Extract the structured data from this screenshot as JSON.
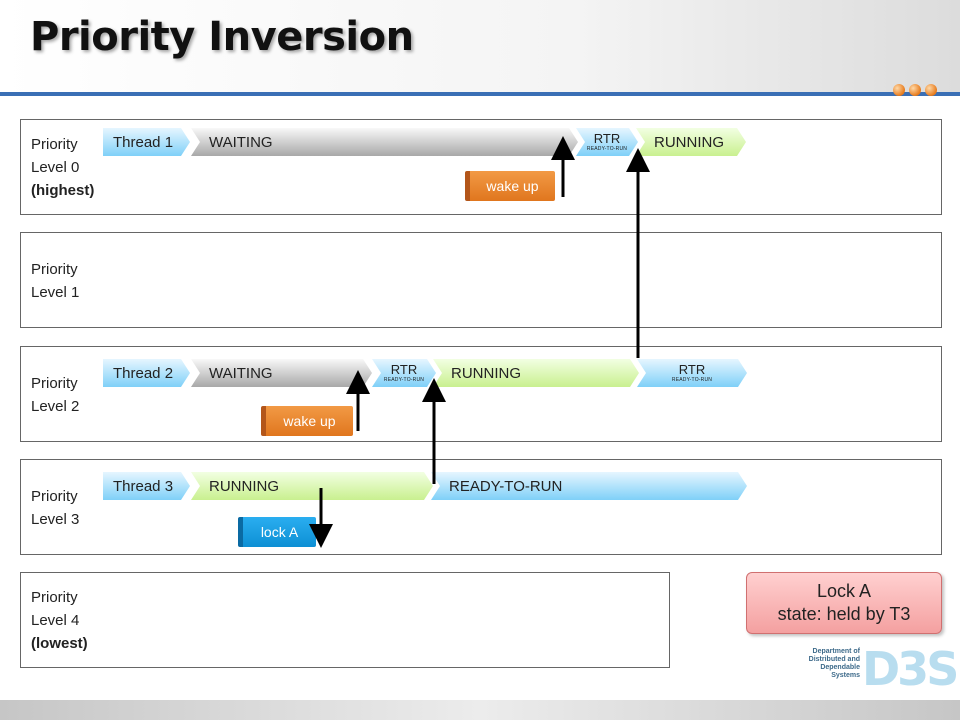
{
  "title": "Priority Inversion",
  "panels": [
    {
      "line1": "Priority",
      "line2": "Level 0",
      "line3": "(highest)"
    },
    {
      "line1": "Priority",
      "line2": "Level 1",
      "line3": ""
    },
    {
      "line1": "Priority",
      "line2": "Level 2",
      "line3": ""
    },
    {
      "line1": "Priority",
      "line2": "Level 3",
      "line3": ""
    },
    {
      "line1": "Priority",
      "line2": "Level 4",
      "line3": "(lowest)"
    }
  ],
  "thread1": {
    "name": "Thread 1",
    "s1": "WAITING",
    "rtr": "RTR",
    "rtr_small": "READY-TO-RUN",
    "s3": "RUNNING",
    "note": "wake up"
  },
  "thread2": {
    "name": "Thread 2",
    "s1": "WAITING",
    "rtr": "RTR",
    "rtr_small": "READY-TO-RUN",
    "s3": "RUNNING",
    "rtr2": "RTR",
    "rtr2_small": "READY-TO-RUN",
    "note": "wake up"
  },
  "thread3": {
    "name": "Thread 3",
    "s1": "RUNNING",
    "s2": "READY-TO-RUN",
    "note": "lock A"
  },
  "lock": {
    "line1": "Lock A",
    "line2": "state: held by T3"
  },
  "logo": {
    "text": "Department of Distributed and Dependable Systems",
    "mark": "D3S"
  },
  "colors": {
    "green": "#c9f08f",
    "blue": "#7fd0f8",
    "gray": "#a8a8a8",
    "orange": "#e0761e",
    "cyan": "#0d8fd4",
    "lock": "#f4a0a0",
    "title_line": "#3a6fb5"
  }
}
